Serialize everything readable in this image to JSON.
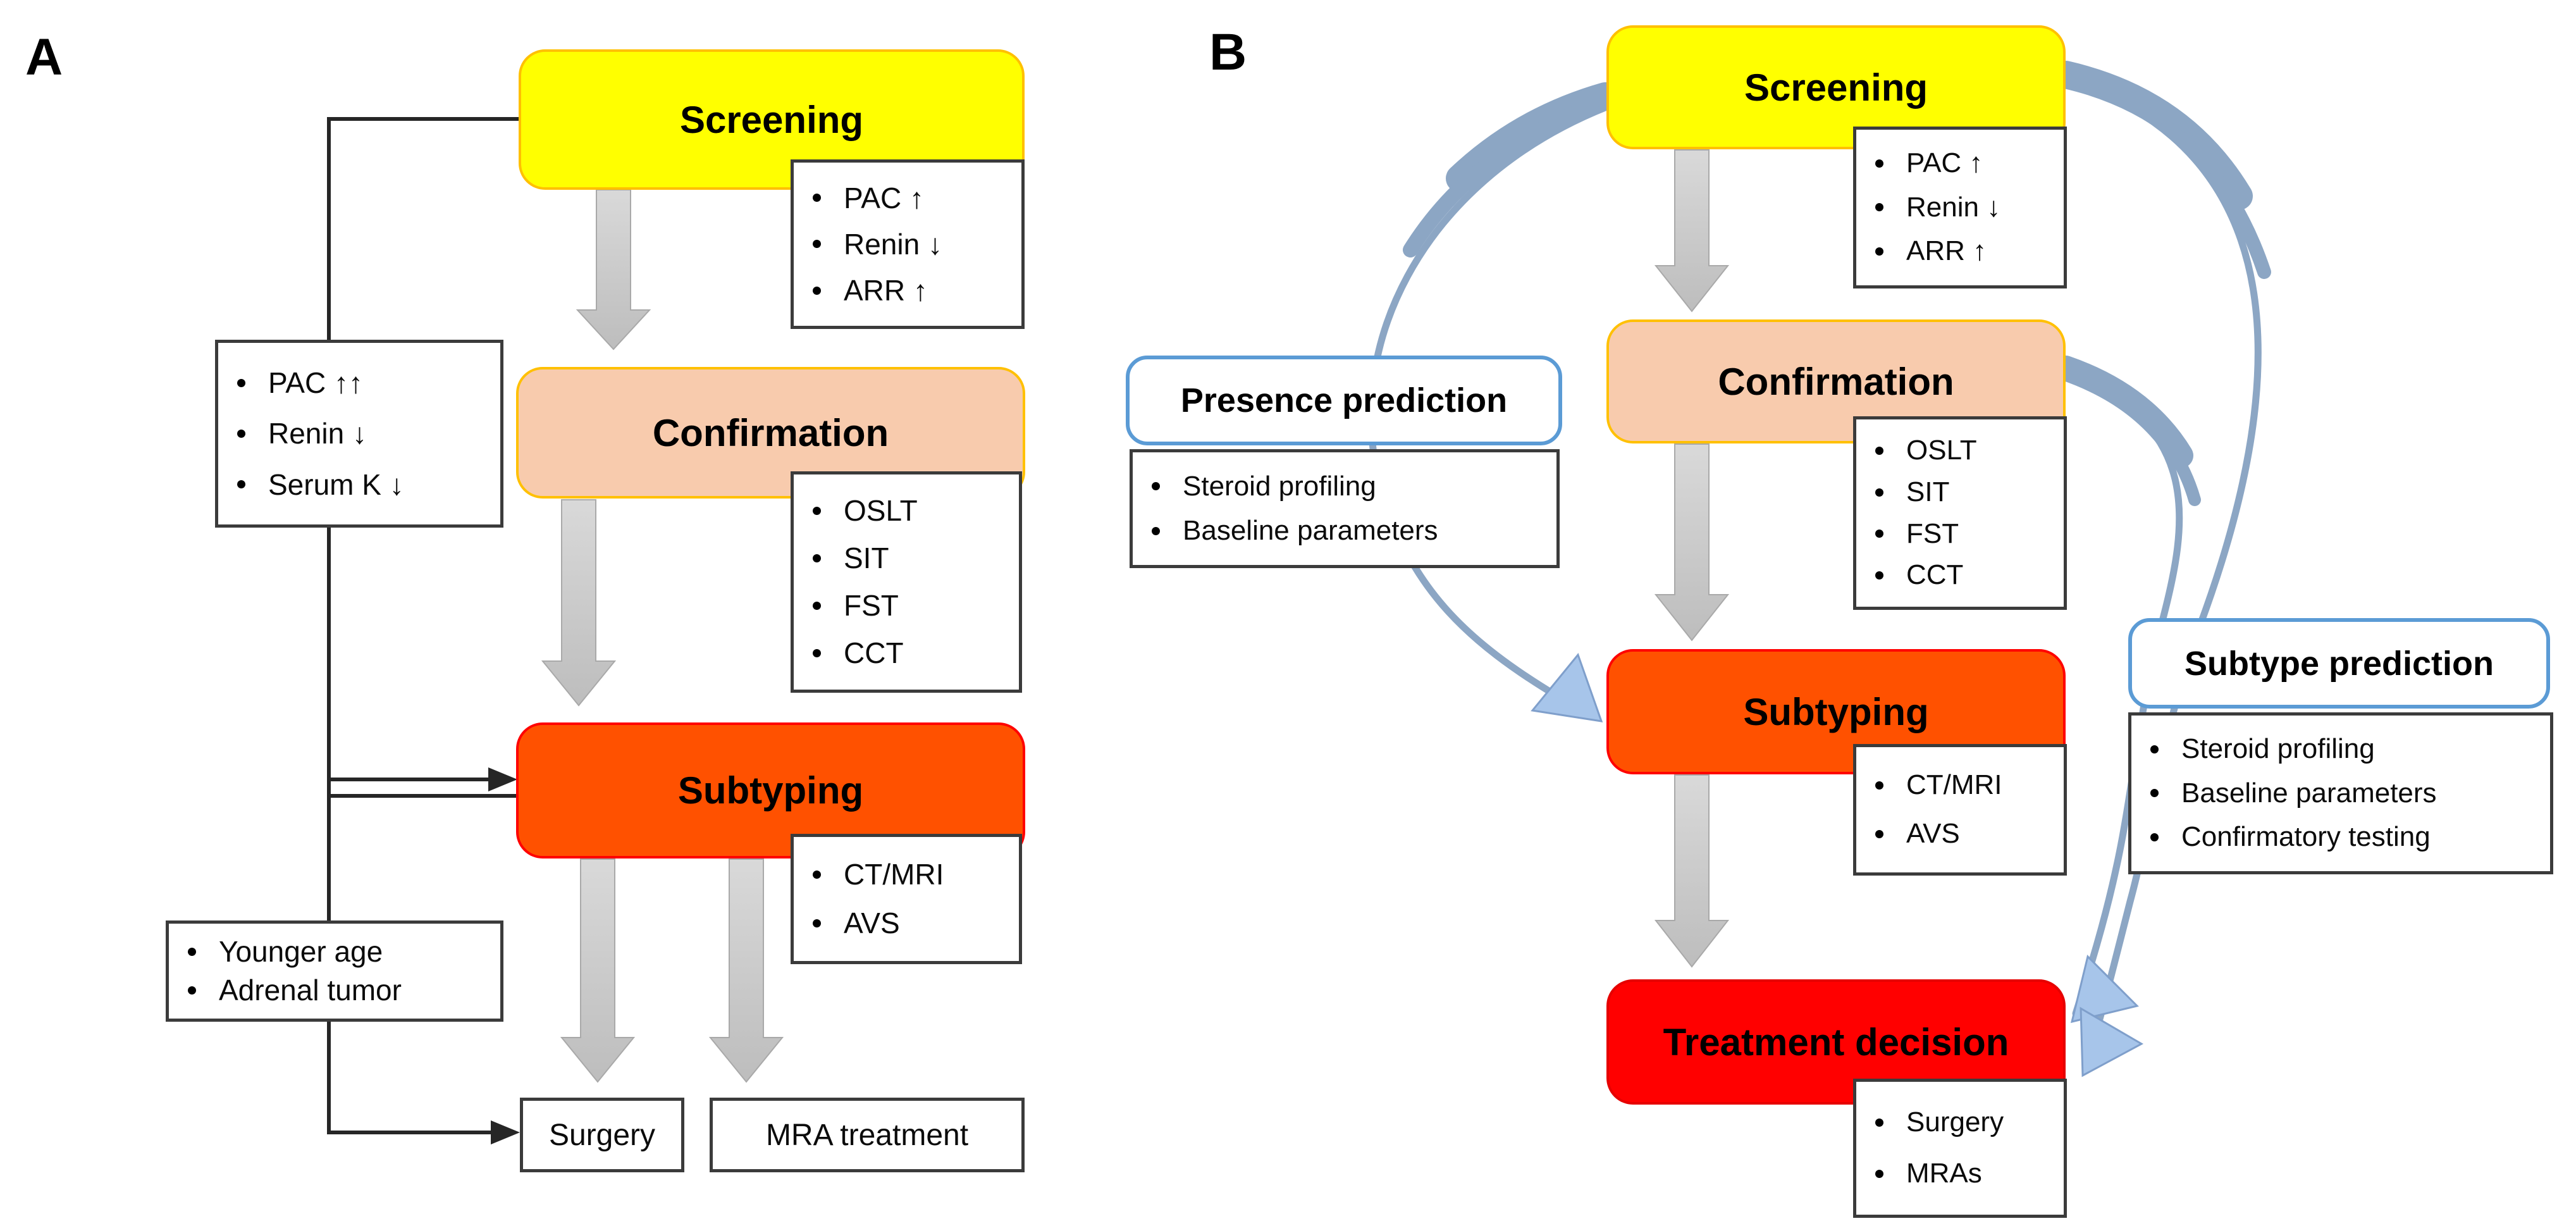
{
  "colors": {
    "yellow": "#FFFF00",
    "yellow-border": "#FFC000",
    "peach": "#F8CBAD",
    "orange": "#FF5100",
    "orange-border": "#FF0000",
    "red": "#FF0000",
    "blue-border": "#5B9BD5",
    "curve": "#8CA6C4",
    "arrowhead": "#A7C5EA",
    "connector": "#262626",
    "note-border": "#3B3B3B"
  },
  "panel_a": {
    "label": "A",
    "screening": {
      "title": "Screening",
      "bullets": [
        "PAC ↑",
        "Renin ↓",
        "ARR ↑"
      ]
    },
    "screening_criteria": {
      "bullets": [
        "PAC ↑↑",
        "Renin ↓",
        "Serum K ↓"
      ]
    },
    "confirmation": {
      "title": "Confirmation",
      "bullets": [
        "OSLT",
        "SIT",
        "FST",
        "CCT"
      ]
    },
    "subtyping": {
      "title": "Subtyping",
      "bullets": [
        "CT/MRI",
        "AVS"
      ]
    },
    "surgery_criteria": {
      "bullets": [
        "Younger age",
        "Adrenal tumor"
      ]
    },
    "outcomes": {
      "surgery": "Surgery",
      "mra": "MRA treatment"
    }
  },
  "panel_b": {
    "label": "B",
    "screening": {
      "title": "Screening",
      "bullets": [
        "PAC ↑",
        "Renin ↓",
        "ARR ↑"
      ]
    },
    "confirmation": {
      "title": "Confirmation",
      "bullets": [
        "OSLT",
        "SIT",
        "FST",
        "CCT"
      ]
    },
    "subtyping": {
      "title": "Subtyping",
      "bullets": [
        "CT/MRI",
        "AVS"
      ]
    },
    "treatment": {
      "title": "Treatment decision",
      "bullets": [
        "Surgery",
        "MRAs"
      ]
    },
    "presence_prediction": {
      "title": "Presence prediction",
      "bullets": [
        "Steroid profiling",
        "Baseline parameters"
      ]
    },
    "subtype_prediction": {
      "title": "Subtype prediction",
      "bullets": [
        "Steroid profiling",
        "Baseline parameters",
        "Confirmatory testing"
      ]
    }
  }
}
